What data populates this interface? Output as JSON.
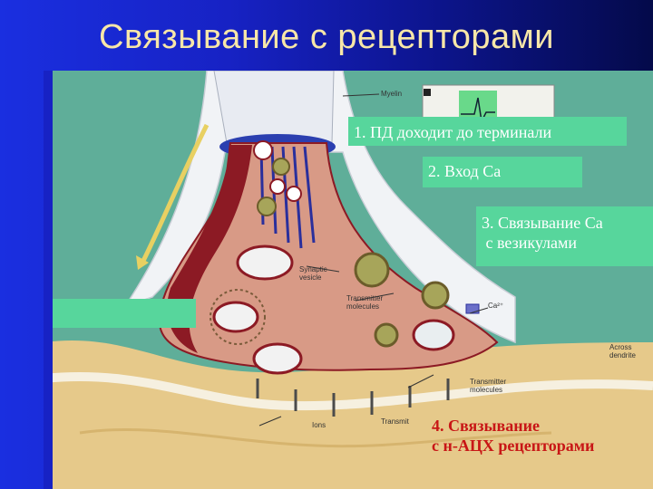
{
  "slide": {
    "title": "Связывание с рецепторами"
  },
  "figure": {
    "labels": {
      "myelin": "Myelin",
      "synaptic_vesicle_line1": "Synaptic",
      "synaptic_vesicle_line2": "vesicle",
      "transmitter_molecules_line1": "Transmitter",
      "transmitter_molecules_line2": "molecules",
      "calcium": "Ca²⁺",
      "across_dendrite_line1": "Across",
      "across_dendrite_line2": "dendrite",
      "transmitter_molecules_b_line1": "Transmitter",
      "transmitter_molecules_b_line2": "molecules",
      "ions": "Ions",
      "transmitter": "Transmit"
    }
  },
  "steps": {
    "step1": "1. ПД доходит до терминали",
    "step2": "2. Вход Ca",
    "step3_line1": "3. Связывание Ca",
    "step3_line2": " с везикулами",
    "step4_line1": "4. Связывание",
    "step4_line2": "с н-АЦХ рецепторами"
  },
  "colors": {
    "background": "#1722c4",
    "title": "#f7e7a8",
    "label_box": "#57d69c",
    "step4_text": "#c81616",
    "figure_bg": "#5fae99",
    "terminal": "#d89a86",
    "terminal_dark": "#8c1a24",
    "dendrite": "#e6c98a"
  }
}
